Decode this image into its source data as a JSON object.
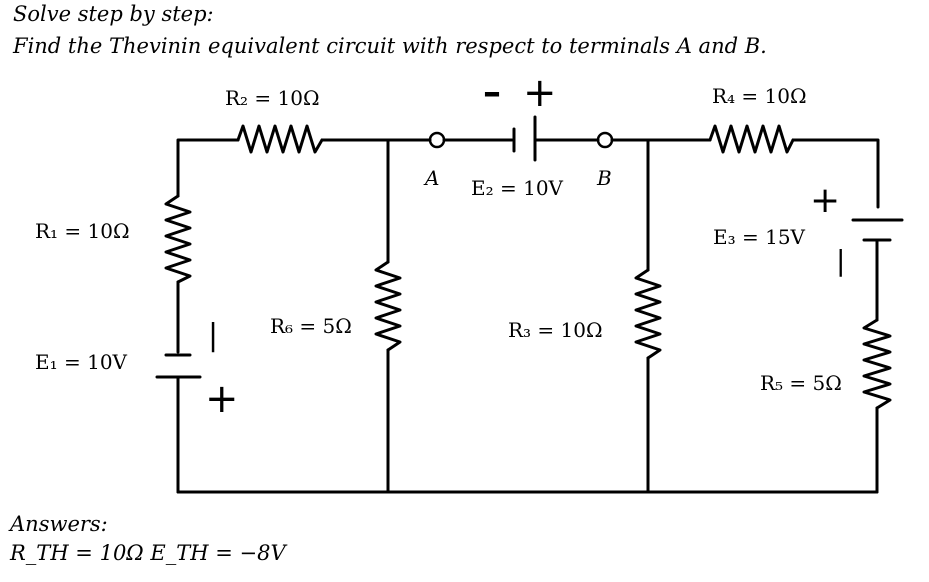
{
  "problem": {
    "instruction": "Solve step by step:",
    "statement": "Find the Thevinin equivalent circuit with respect to terminals A and B."
  },
  "circuit": {
    "r1": "R₁ = 10Ω",
    "r2": "R₂ = 10Ω",
    "r3": "R₃ = 10Ω",
    "r4": "R₄ = 10Ω",
    "r5": "R₅ = 5Ω",
    "r6": "R₆ = 5Ω",
    "e1": "E₁ = 10V",
    "e2": "E₂ = 10V",
    "e3": "E₃ = 15V",
    "terminal_a": "A",
    "terminal_b": "B",
    "e2_minus": "–",
    "e2_plus": "+",
    "e1_minus": "|",
    "e1_plus": "+",
    "e3_plus": "+",
    "e3_minus": "|"
  },
  "answers": {
    "heading": "Answers:",
    "result": "R_TH = 10Ω  E_TH = −8V"
  }
}
